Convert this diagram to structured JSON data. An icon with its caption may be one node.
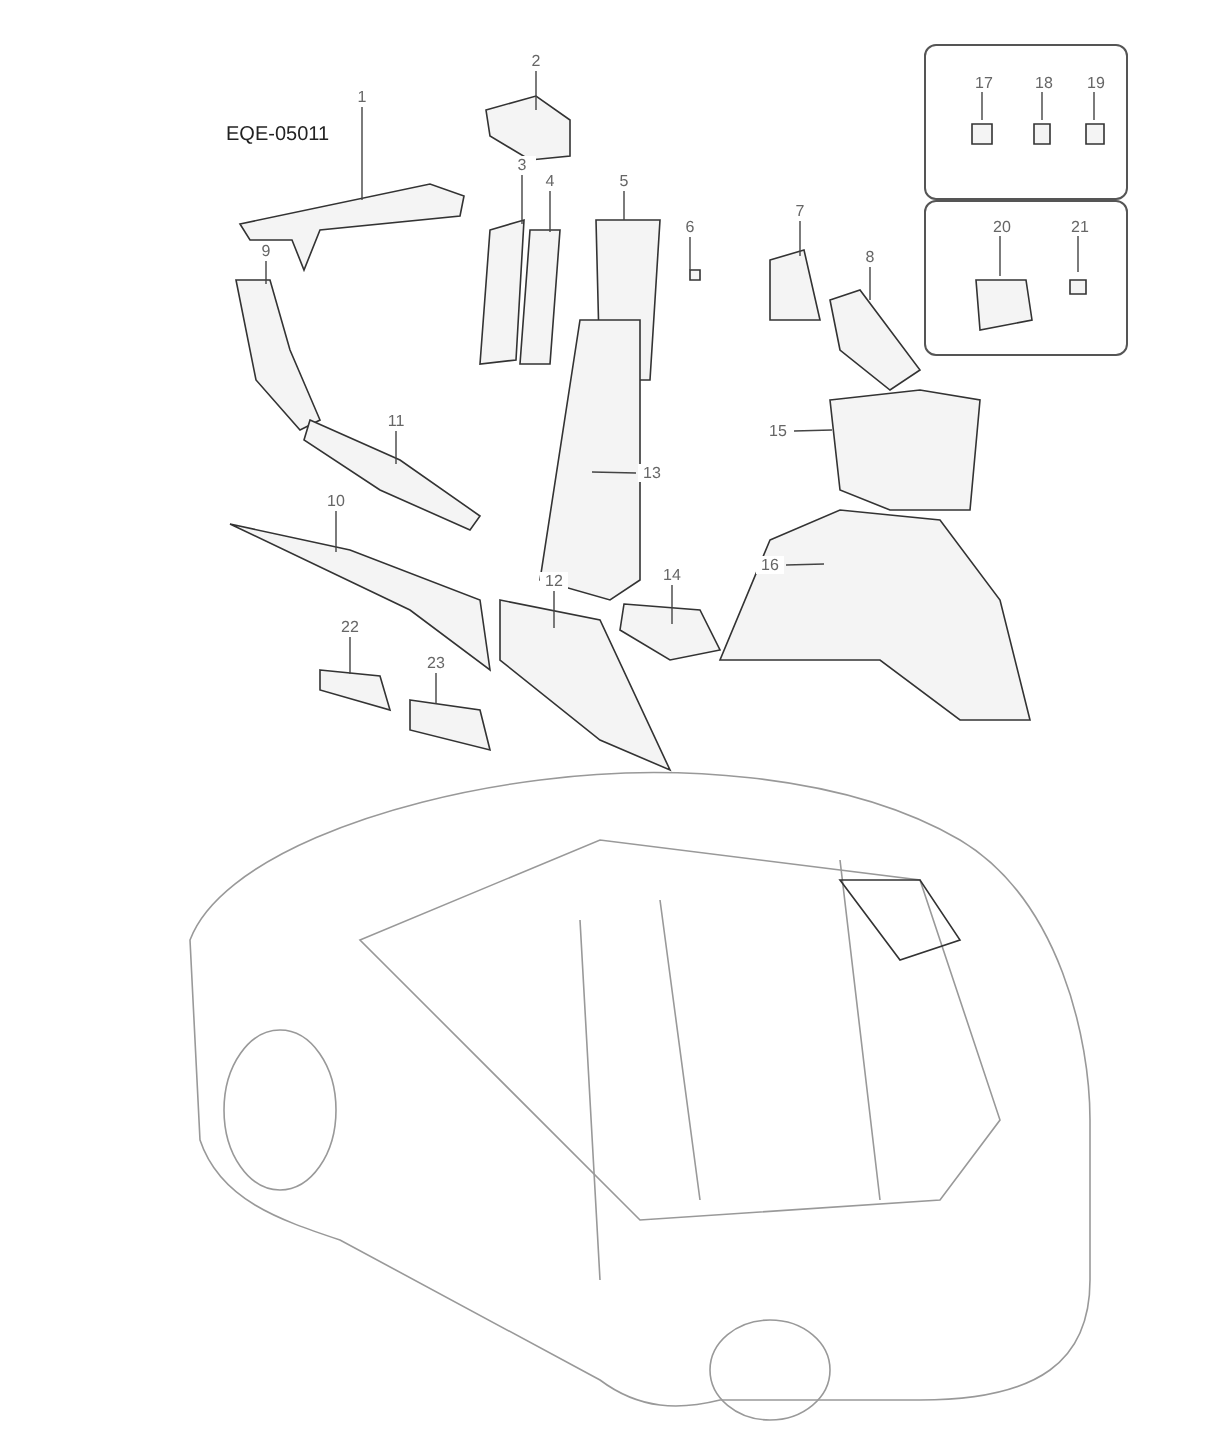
{
  "diagram": {
    "nodes": [
      {
        "text": [
          "1"
        ]
      },
      {
        "text": [
          "2"
        ]
      },
      {
        "text": [
          "3"
        ]
      },
      {
        "text": [
          "4"
        ]
      },
      {
        "text": [
          "5"
        ]
      },
      {
        "text": [
          "6"
        ]
      },
      {
        "text": [
          "7"
        ]
      },
      {
        "text": [
          "8"
        ]
      },
      {
        "text": [
          "9"
        ]
      },
      {
        "text": [
          "10"
        ]
      },
      {
        "text": [
          "11"
        ]
      },
      {
        "text": [
          "12"
        ]
      },
      {
        "text": [
          "13"
        ]
      },
      {
        "text": [
          "14"
        ]
      },
      {
        "text": [
          "15"
        ]
      },
      {
        "text": [
          "16"
        ]
      },
      {
        "text": [],
        "shape": "box"
      },
      {
        "text": [
          "17"
        ],
        "in": 16
      },
      {
        "text": [
          "18"
        ],
        "in": 16
      },
      {
        "text": [
          "19"
        ],
        "in": 16
      },
      {
        "text": [],
        "shape": "box"
      },
      {
        "text": [
          "20"
        ],
        "in": 20
      },
      {
        "text": [
          "21"
        ],
        "in": 20
      },
      {
        "text": [
          "22"
        ]
      },
      {
        "text": [
          "23"
        ]
      }
    ],
    "edges": [
      {
        "from": 0,
        "to": null,
        "arrow": "none"
      },
      {
        "from": 1,
        "to": null,
        "arrow": "none"
      },
      {
        "from": 2,
        "to": null,
        "arrow": "none"
      },
      {
        "from": 3,
        "to": null,
        "arrow": "none"
      },
      {
        "from": 4,
        "to": null,
        "arrow": "none"
      },
      {
        "from": 5,
        "to": null,
        "arrow": "none"
      },
      {
        "from": 6,
        "to": null,
        "arrow": "none"
      },
      {
        "from": 7,
        "to": null,
        "arrow": "none"
      },
      {
        "from": 8,
        "to": null,
        "arrow": "none"
      },
      {
        "from": 9,
        "to": null,
        "arrow": "none"
      },
      {
        "from": 10,
        "to": null,
        "arrow": "none"
      },
      {
        "from": 11,
        "to": null,
        "arrow": "none"
      },
      {
        "from": 12,
        "to": null,
        "arrow": "none"
      },
      {
        "from": 13,
        "to": null,
        "arrow": "none"
      },
      {
        "from": 14,
        "to": null,
        "arrow": "none"
      },
      {
        "from": 15,
        "to": null,
        "arrow": "none"
      },
      {
        "from": 17,
        "to": null,
        "arrow": "none"
      },
      {
        "from": 18,
        "to": null,
        "arrow": "none"
      },
      {
        "from": 19,
        "to": null,
        "arrow": "none"
      },
      {
        "from": 21,
        "to": null,
        "arrow": "none"
      },
      {
        "from": 22,
        "to": null,
        "arrow": "none"
      },
      {
        "from": 23,
        "to": null,
        "arrow": "none"
      },
      {
        "from": 24,
        "to": null,
        "arrow": "none"
      }
    ],
    "labels": [
      "EQE-05011"
    ]
  }
}
